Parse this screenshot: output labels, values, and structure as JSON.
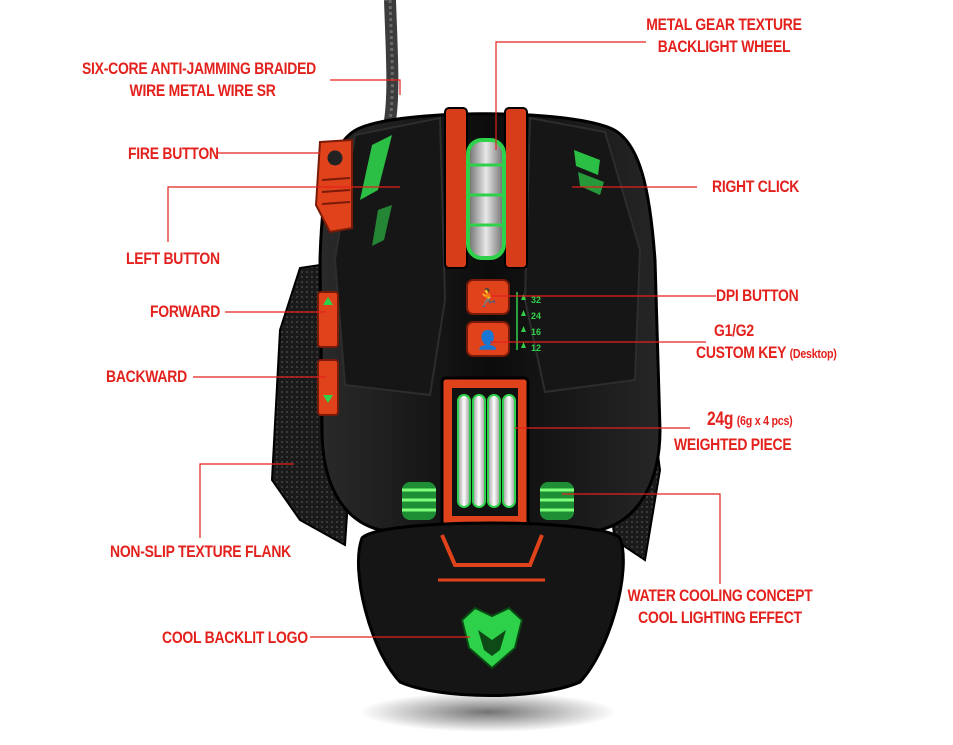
{
  "labels": {
    "braided_wire": [
      "SIX-CORE ANTI-JAMMING BRAIDED",
      "WIRE METAL WIRE SR"
    ],
    "gear_wheel": [
      "METAL GEAR TEXTURE",
      "BACKLIGHT WHEEL"
    ],
    "fire_button": "FIRE BUTTON",
    "right_click": "RIGHT CLICK",
    "left_button": "LEFT BUTTON",
    "dpi_button": "DPI BUTTON",
    "forward": "FORWARD",
    "g1g2": [
      "G1/G2",
      "CUSTOM KEY"
    ],
    "g1g2_suffix": "(Desktop)",
    "backward": "BACKWARD",
    "weight": [
      "24g",
      "(6g x 4 pcs)"
    ],
    "weighted_piece": "WEIGHTED PIECE",
    "flank": "NON-SLIP TEXTURE FLANK",
    "cooling": [
      "WATER COOLING CONCEPT",
      "COOL LIGHTING EFFECT"
    ],
    "logo": "COOL BACKLIT LOGO"
  },
  "dpi_levels": [
    "32",
    "24",
    "16",
    "12"
  ],
  "colors": {
    "label_red": "#e3211d",
    "accent_green": "#32d04a",
    "accent_orange": "#e0431c",
    "body_black": "#121212"
  },
  "icons": {
    "dpi_button": "running-man-icon",
    "g_button": "person-icon",
    "logo": "wolf-head-icon"
  }
}
